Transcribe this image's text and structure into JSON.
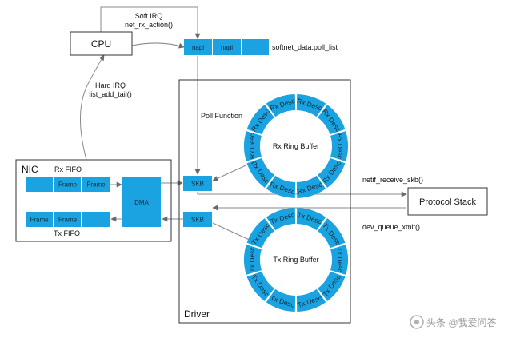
{
  "diagram": {
    "cpu": "CPU",
    "soft_irq": [
      "Soft IRQ",
      "net_rx_action()"
    ],
    "hard_irq": [
      "Hard IRQ",
      "list_add_tail()"
    ],
    "poll_list": {
      "cells": [
        "napi",
        "napi",
        ""
      ],
      "label": "softnet_data.poll_list"
    },
    "poll_function": "Poll Function",
    "driver": "Driver",
    "nic": {
      "title": "NIC",
      "rx_fifo": "Rx FIFO",
      "tx_fifo": "Tx FIFO",
      "rx_cells": [
        "",
        "Frame",
        "Frame"
      ],
      "tx_cells": [
        "Frame",
        "Frame",
        ""
      ],
      "dma": "DMA"
    },
    "skb_rx": "SKB",
    "skb_tx": "SKB",
    "rx_ring": {
      "title": "Rx Ring Buffer",
      "slot": "Rx Desc",
      "count": 10
    },
    "tx_ring": {
      "title": "Tx Ring Buffer",
      "slot": "Tx Desc",
      "count": 10
    },
    "netif_receive": "netif_receive_skb()",
    "dev_queue_xmit": "dev_queue_xmit()",
    "protocol_stack": "Protocol Stack",
    "watermark": "头条 @我爱问答",
    "colors": {
      "accent": "#1aa3e0",
      "ring": "#1aa3e0",
      "line": "#8a8a8a",
      "box": "#222222"
    }
  }
}
